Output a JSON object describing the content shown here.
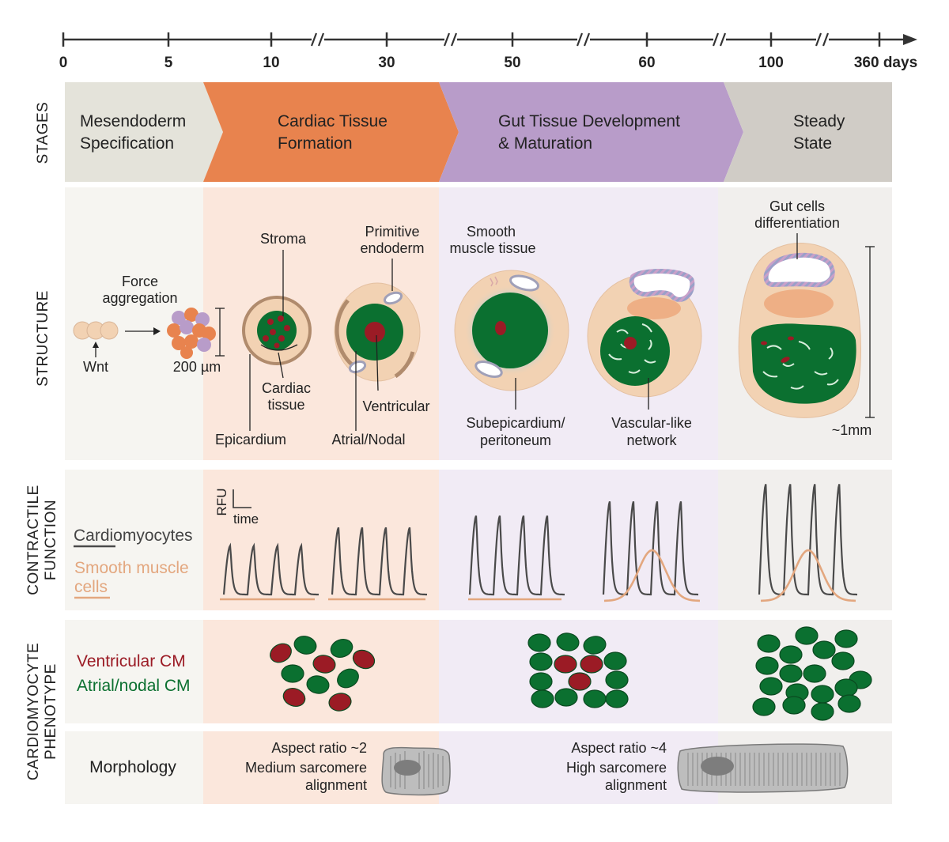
{
  "timeline": {
    "ticks": [
      "0",
      "5",
      "10",
      "30",
      "50",
      "60",
      "100",
      "360 days"
    ]
  },
  "rows": {
    "stages": "STAGES",
    "structure": "STRUCTURE",
    "contractile": [
      "CONTRACTILE",
      "FUNCTION"
    ],
    "phenotype": [
      "CARDIOMYOCYTE",
      "PHENOTYPE"
    ]
  },
  "stages": [
    {
      "lines": [
        "Mesendoderm",
        "Specification"
      ],
      "color": "#e4e3da"
    },
    {
      "lines": [
        "Cardiac Tissue",
        "Formation"
      ],
      "color": "#e8834e"
    },
    {
      "lines": [
        "Gut Tissue Development",
        "& Maturation"
      ],
      "color": "#b89cc9"
    },
    {
      "lines": [
        "Steady",
        "State"
      ],
      "color": "#d0ccc6"
    }
  ],
  "structure": {
    "force": [
      "Force",
      "aggregation"
    ],
    "wnt": "Wnt",
    "size_small": "200 µm",
    "stroma": "Stroma",
    "cardiac_tissue": [
      "Cardiac",
      "tissue"
    ],
    "epicardium": "Epicardium",
    "primitive_endoderm": [
      "Primitive",
      "endoderm"
    ],
    "ventricular": "Ventricular",
    "atrial_nodal": "Atrial/Nodal",
    "smooth_muscle": [
      "Smooth",
      "muscle tissue"
    ],
    "subepicardium": [
      "Subepicardium/",
      "peritoneum"
    ],
    "vascular": [
      "Vascular-like",
      "network"
    ],
    "gut_cells": [
      "Gut cells",
      "differentiation"
    ],
    "size_large": "~1mm"
  },
  "contractile": {
    "legend_cardio": "Cardiomyocytes",
    "legend_smooth": [
      "Smooth muscle",
      "cells"
    ],
    "axis_y": "RFU",
    "axis_x": "time"
  },
  "phenotype": {
    "ventricular_cm": "Ventricular CM",
    "atrial_cm": "Atrial/nodal CM",
    "morphology": "Morphology",
    "aspect2": [
      "Aspect ratio ~2",
      "Medium sarcomere",
      "alignment"
    ],
    "aspect4": [
      "Aspect ratio ~4",
      "High sarcomere",
      "alignment"
    ]
  },
  "colors": {
    "green": "#0b7030",
    "red": "#9b1b25",
    "tan": "#f2d2b3",
    "smooth": "#e3a77f",
    "trace": "#4a4a4a"
  }
}
